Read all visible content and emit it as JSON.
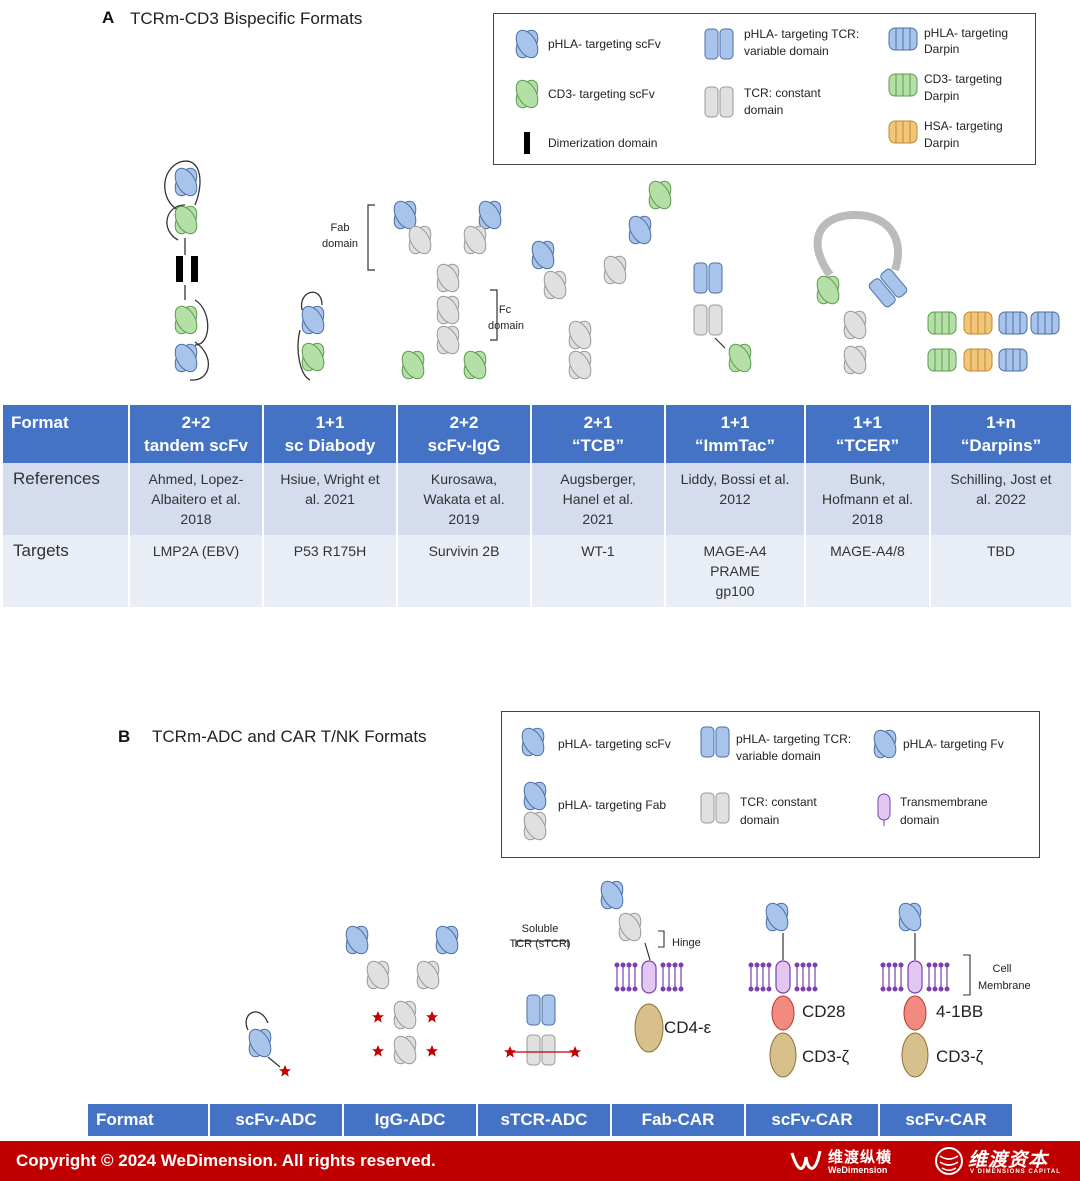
{
  "panel_a": {
    "label": "A",
    "title": "TCRm-CD3 Bispecific Formats",
    "legend": {
      "phla_scfv": "pHLA- targeting scFv",
      "cd3_scfv": "CD3- targeting scFv",
      "dimerization": "Dimerization domain",
      "phla_tcr_var_1": "pHLA- targeting TCR:",
      "phla_tcr_var_2": "variable domain",
      "tcr_const_1": "TCR: constant",
      "tcr_const_2": "domain",
      "phla_darpin_1": "pHLA- targeting",
      "phla_darpin_2": "Darpin",
      "cd3_darpin_1": "CD3- targeting",
      "cd3_darpin_2": "Darpin",
      "hsa_darpin_1": "HSA- targeting",
      "hsa_darpin_2": "Darpin"
    },
    "annotations": {
      "fab_1": "Fab",
      "fab_2": "domain",
      "fc_1": "Fc",
      "fc_2": "domain"
    },
    "table": {
      "row_labels": [
        "Format",
        "References",
        "Targets"
      ],
      "columns": [
        {
          "format_1": "2+2",
          "format_2": "tandem scFv",
          "ref": [
            "Ahmed, Lopez-",
            "Albaitero et al.",
            "2018"
          ],
          "targets": [
            "LMP2A (EBV)"
          ]
        },
        {
          "format_1": "1+1",
          "format_2": "sc Diabody",
          "ref": [
            "Hsiue, Wright et",
            "al. 2021"
          ],
          "targets": [
            "P53 R175H"
          ]
        },
        {
          "format_1": "2+2",
          "format_2": "scFv-IgG",
          "ref": [
            "Kurosawa,",
            "Wakata et al.",
            "2019"
          ],
          "targets": [
            "Survivin 2B"
          ]
        },
        {
          "format_1": "2+1",
          "format_2": "“TCB”",
          "ref": [
            "Augsberger,",
            "Hanel et al.",
            "2021"
          ],
          "targets": [
            "WT-1"
          ]
        },
        {
          "format_1": "1+1",
          "format_2": "“ImmTac”",
          "ref": [
            "Liddy, Bossi et al.",
            "2012"
          ],
          "targets": [
            "MAGE-A4",
            "PRAME",
            "gp100"
          ]
        },
        {
          "format_1": "1+1",
          "format_2": "“TCER”",
          "ref": [
            "Bunk,",
            "Hofmann et al.",
            "2018"
          ],
          "targets": [
            "MAGE-A4/8"
          ]
        },
        {
          "format_1": "1+n",
          "format_2": "“Darpins”",
          "ref": [
            "Schilling, Jost et",
            "al. 2022"
          ],
          "targets": [
            "TBD"
          ]
        }
      ]
    }
  },
  "panel_b": {
    "label": "B",
    "title": "TCRm-ADC and CAR T/NK Formats",
    "legend": {
      "phla_scfv": "pHLA- targeting scFv",
      "phla_tcr_var_1": "pHLA- targeting TCR:",
      "phla_tcr_var_2": "variable domain",
      "phla_fv": "pHLA- targeting Fv",
      "phla_fab": "pHLA- targeting Fab",
      "tcr_const_1": "TCR: constant",
      "tcr_const_2": "domain",
      "tm_1": "Transmembrane",
      "tm_2": "domain"
    },
    "annotations": {
      "stcr_1": "Soluble",
      "stcr_2": "TCR (sTCR)",
      "hinge": "Hinge",
      "cell_1": "Cell",
      "cell_2": "Membrane",
      "cd4e": "CD4-ε",
      "cd28": "CD28",
      "cd3z_1": "CD3-ζ",
      "bb41": "4-1BB",
      "cd3z_2": "CD3-ζ"
    },
    "format_row": [
      "Format",
      "scFv-ADC",
      "IgG-ADC",
      "sTCR-ADC",
      "Fab-CAR",
      "scFv-CAR",
      "scFv-CAR"
    ]
  },
  "footer": {
    "copyright": "Copyright © 2024 WeDimension. All rights reserved.",
    "logo1_cn": "维渡纵横",
    "logo1_en": "WeDimension",
    "logo2_cn": "维渡资本",
    "logo2_en": "V DIMENSIONS CAPITAL"
  },
  "colors": {
    "header_blue": "#4472c4",
    "ref_row": "#d4dcee",
    "target_row": "#e8edf6",
    "footer_red": "#c00000",
    "phla_blue": "#a9c4ea",
    "cd3_green": "#b4e0a8",
    "hsa_orange": "#f2c67a",
    "constant_grey": "#d9d9d9",
    "membrane_purple": "#7a3fb0",
    "cd28_red": "#f28a80",
    "cd3z_tan": "#d8c08c"
  }
}
